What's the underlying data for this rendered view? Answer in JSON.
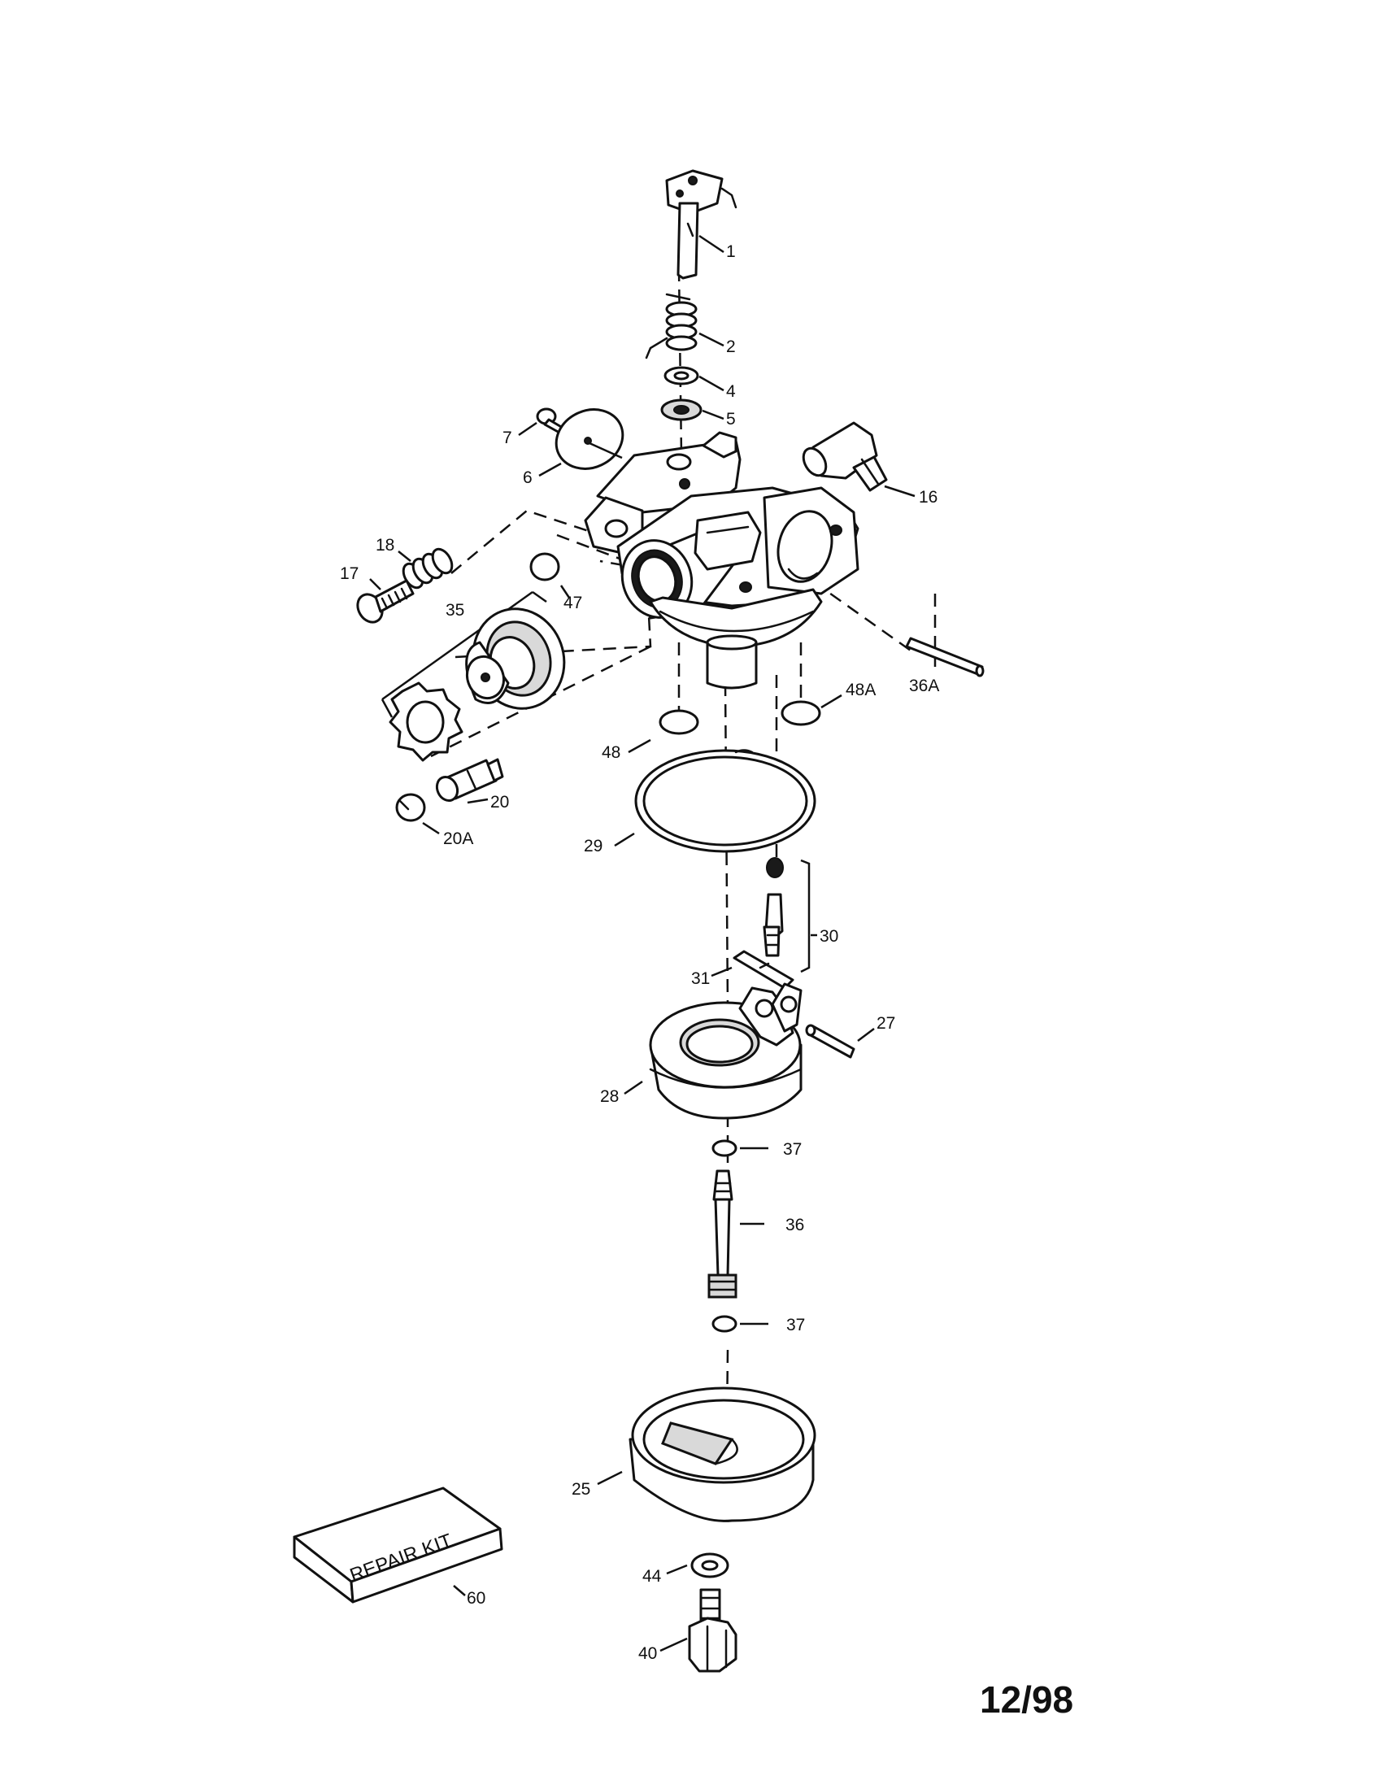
{
  "labels": {
    "p1": "1",
    "p2": "2",
    "p4": "4",
    "p5": "5",
    "p6": "6",
    "p7": "7",
    "p16": "16",
    "p17": "17",
    "p18": "18",
    "p35": "35",
    "p47": "47",
    "p36A": "36A",
    "p48A": "48A",
    "p48": "48",
    "p20": "20",
    "p20A": "20A",
    "p29": "29",
    "p30": "30",
    "p31": "31",
    "p27": "27",
    "p28": "28",
    "p37a": "37",
    "p36": "36",
    "p37b": "37",
    "p25": "25",
    "p60": "60",
    "p44": "44",
    "p40": "40"
  },
  "repair_kit_text": "REPAIR KIT",
  "date_code": "12/98"
}
